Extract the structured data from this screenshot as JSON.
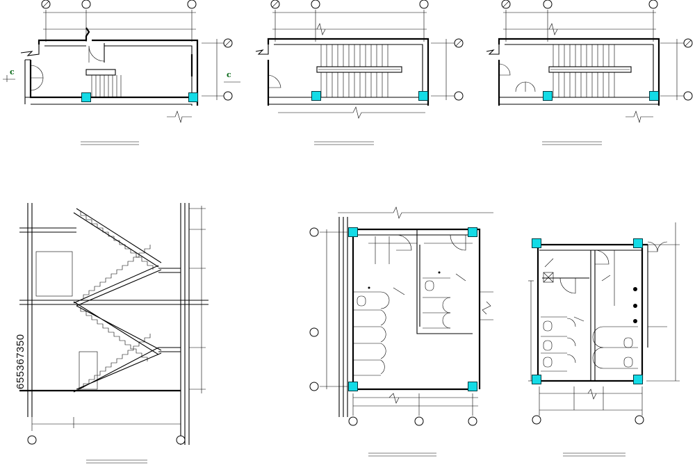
{
  "drawing": {
    "section_marks": [
      "c",
      "c"
    ],
    "stock_id": "655367350"
  },
  "colors": {
    "ink": "#000000",
    "column": "#13dbe6",
    "mark_text": "#0a6a1a",
    "background": "#ffffff"
  },
  "icons": [
    "axis-bubble-icon",
    "structural-column-icon",
    "break-line-icon",
    "section-mark-icon",
    "door-swing-icon",
    "toilet-icon"
  ]
}
